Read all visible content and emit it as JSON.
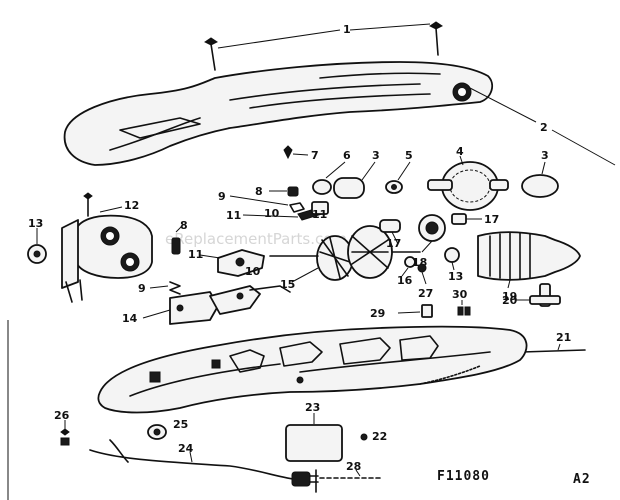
{
  "diagram": {
    "code": "F11080",
    "revision": "A2",
    "watermark": "eReplacementParts.com",
    "callouts": {
      "c1": "1",
      "c2": "2",
      "c3a": "3",
      "c3b": "3",
      "c4": "4",
      "c5": "5",
      "c6": "6",
      "c7": "7",
      "c8a": "8",
      "c8b": "8",
      "c9a": "9",
      "c9b": "9",
      "c10a": "10",
      "c10b": "10",
      "c11a": "11",
      "c11b": "11",
      "c12": "12",
      "c13a": "13",
      "c13b": "13",
      "c14": "14",
      "c15": "15",
      "c16": "16",
      "c17a": "17",
      "c17b": "17",
      "c18": "18",
      "c19": "19",
      "c20": "20",
      "c21": "21",
      "c22": "22",
      "c23": "23",
      "c24": "24",
      "c25": "25",
      "c26": "26",
      "c27": "27",
      "c28": "28",
      "c29": "29",
      "c30": "30"
    }
  }
}
